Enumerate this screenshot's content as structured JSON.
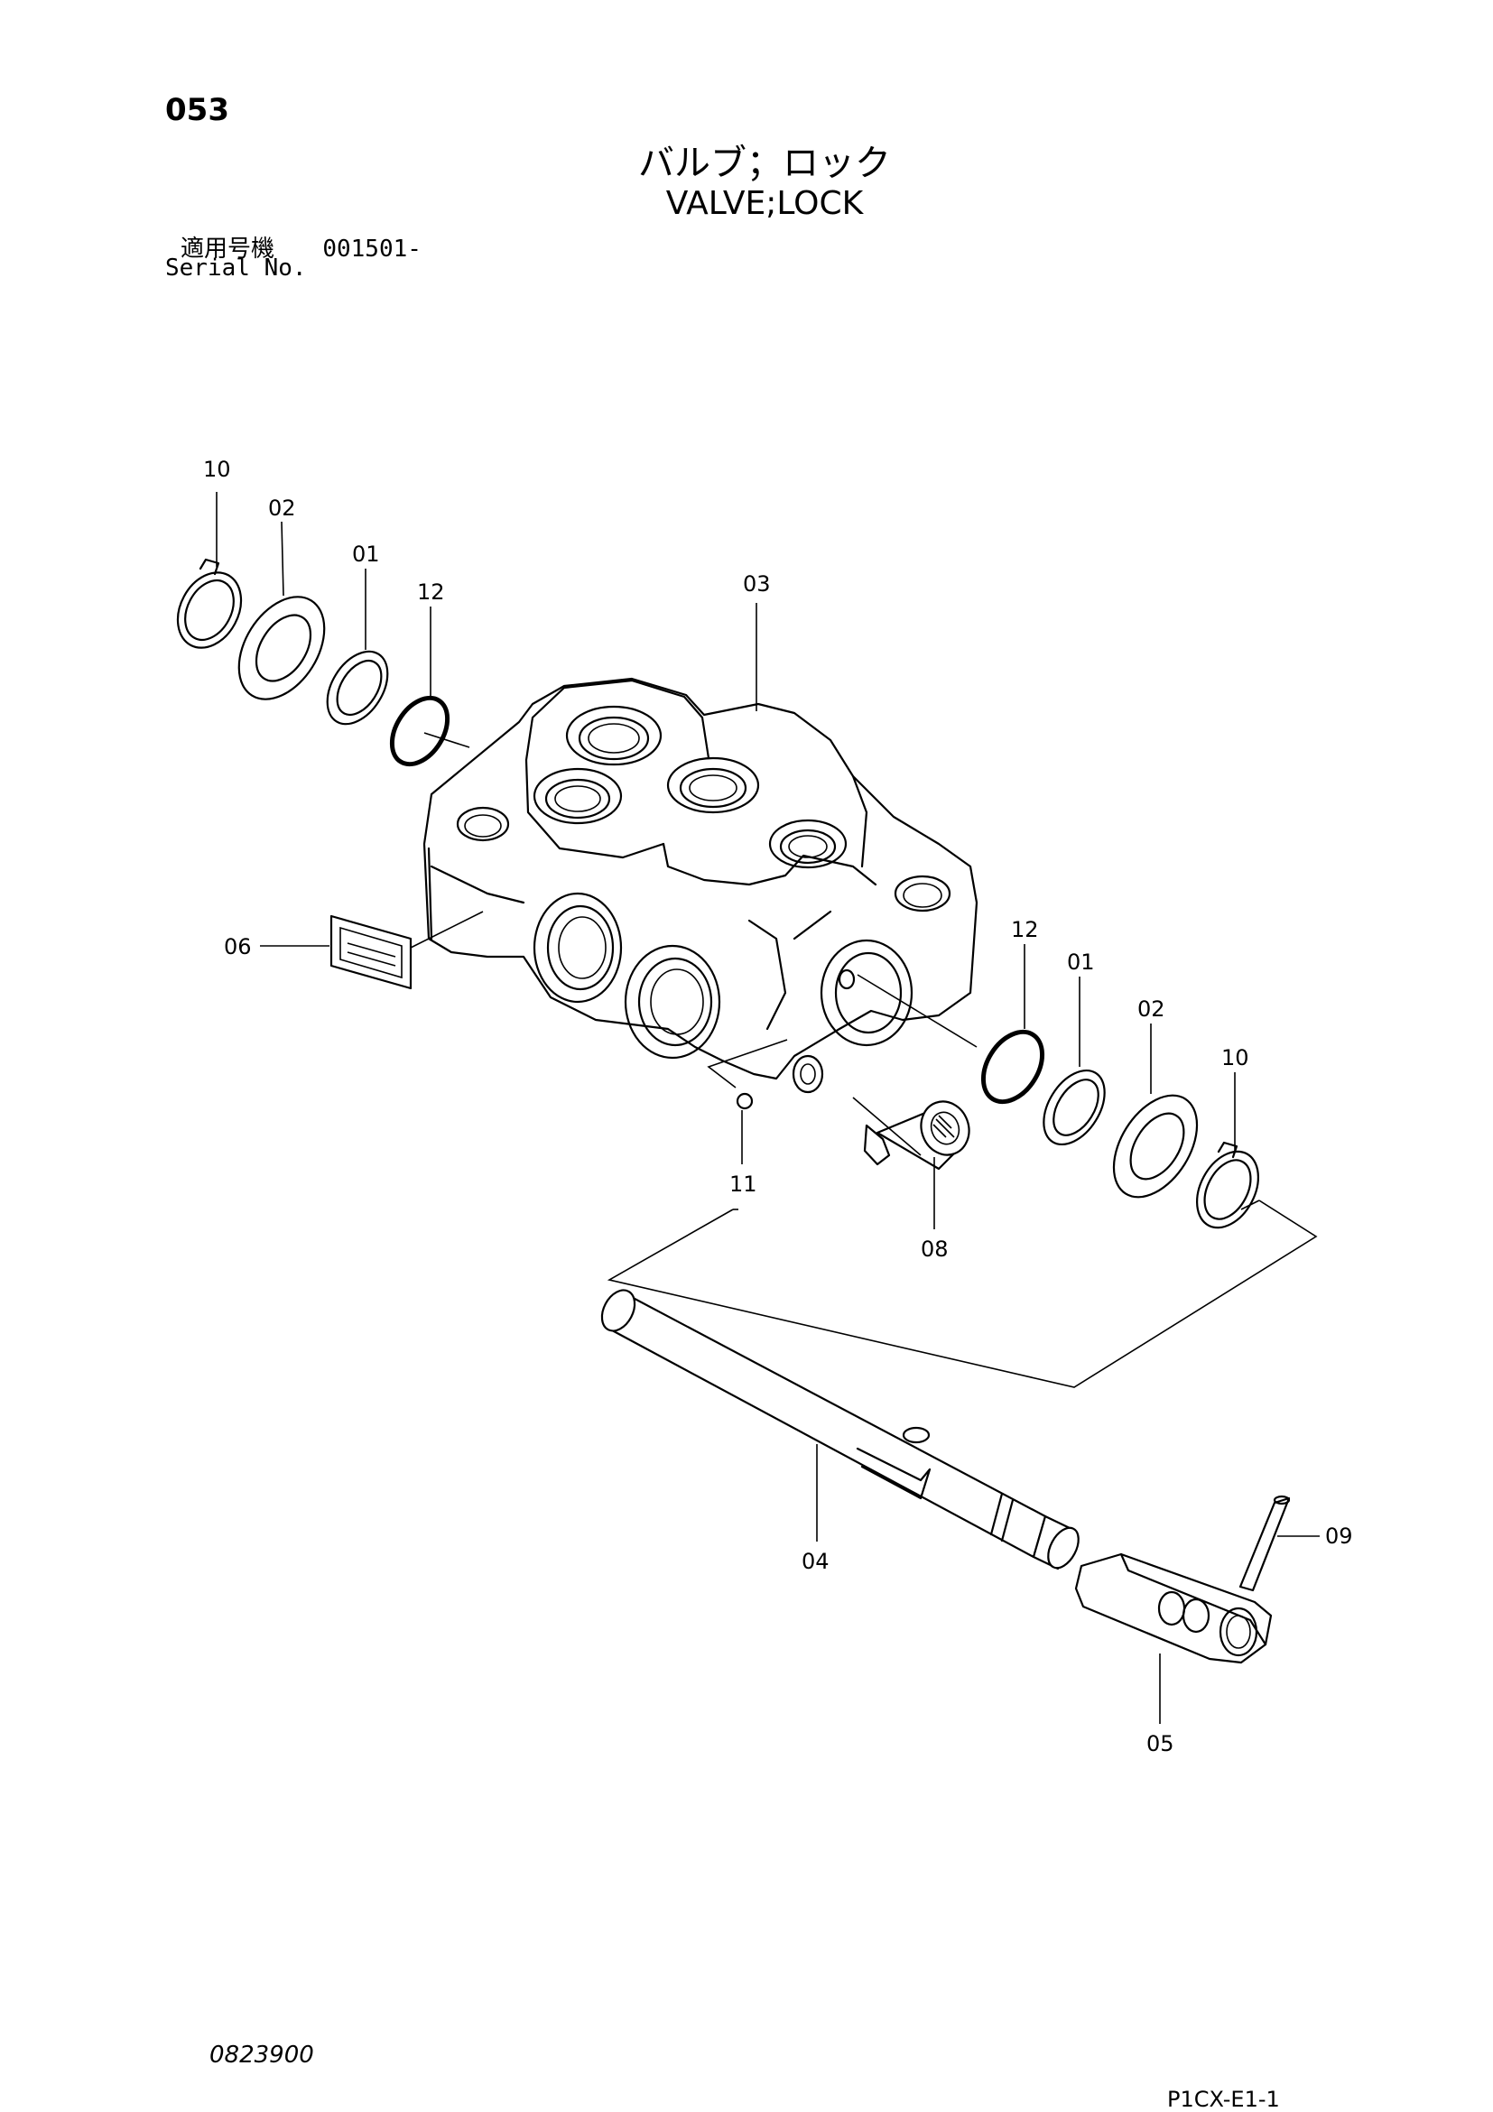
{
  "header": {
    "page_number": "053",
    "title_jp": "バルブ；ロック",
    "title_en": "VALVE;LOCK",
    "serial_label_jp": "適用号機",
    "serial_value": "001501-",
    "serial_label_en": "Serial No."
  },
  "callouts": [
    {
      "id": "c10a",
      "label": "10"
    },
    {
      "id": "c02a",
      "label": "02"
    },
    {
      "id": "c01a",
      "label": "01"
    },
    {
      "id": "c12a",
      "label": "12"
    },
    {
      "id": "c03",
      "label": "03"
    },
    {
      "id": "c06",
      "label": "06"
    },
    {
      "id": "c12b",
      "label": "12"
    },
    {
      "id": "c01b",
      "label": "01"
    },
    {
      "id": "c02b",
      "label": "02"
    },
    {
      "id": "c10b",
      "label": "10"
    },
    {
      "id": "c11",
      "label": "11"
    },
    {
      "id": "c08",
      "label": "08"
    },
    {
      "id": "c04",
      "label": "04"
    },
    {
      "id": "c09",
      "label": "09"
    },
    {
      "id": "c05",
      "label": "05"
    }
  ],
  "footer": {
    "drawing_number": "0823900",
    "page_code": "P1CX-E1-1"
  }
}
